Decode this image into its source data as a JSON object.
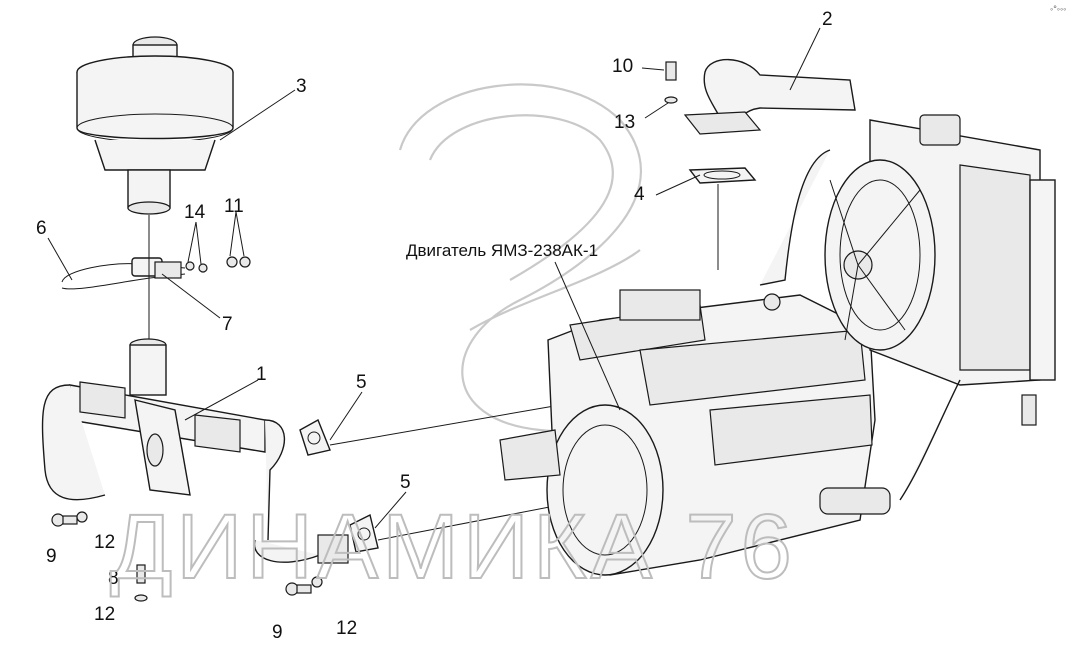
{
  "diagram": {
    "engine_label": "Двигатель ЯМЗ-238АК-1",
    "watermark": "ДИНАМИКА 76",
    "corner_mark": "◦°◦◦◦",
    "callouts": [
      {
        "id": "c1",
        "text": "1"
      },
      {
        "id": "c2",
        "text": "2"
      },
      {
        "id": "c3",
        "text": "3"
      },
      {
        "id": "c4",
        "text": "4"
      },
      {
        "id": "c5a",
        "text": "5"
      },
      {
        "id": "c5b",
        "text": "5"
      },
      {
        "id": "c6",
        "text": "6"
      },
      {
        "id": "c7",
        "text": "7"
      },
      {
        "id": "c8",
        "text": "8"
      },
      {
        "id": "c9a",
        "text": "9"
      },
      {
        "id": "c9b",
        "text": "9"
      },
      {
        "id": "c10",
        "text": "10"
      },
      {
        "id": "c11",
        "text": "11"
      },
      {
        "id": "c12a",
        "text": "12"
      },
      {
        "id": "c12b",
        "text": "12"
      },
      {
        "id": "c12c",
        "text": "12"
      },
      {
        "id": "c13",
        "text": "13"
      },
      {
        "id": "c14",
        "text": "14"
      }
    ]
  }
}
